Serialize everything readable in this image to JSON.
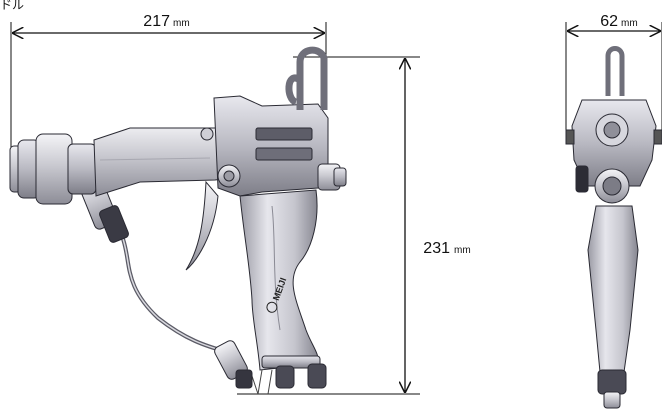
{
  "corner_label": "ドル",
  "dimensions": {
    "width_side": "217",
    "width_front": "62",
    "height": "231",
    "unit": "mm"
  },
  "logo_text": "MEIJI"
}
